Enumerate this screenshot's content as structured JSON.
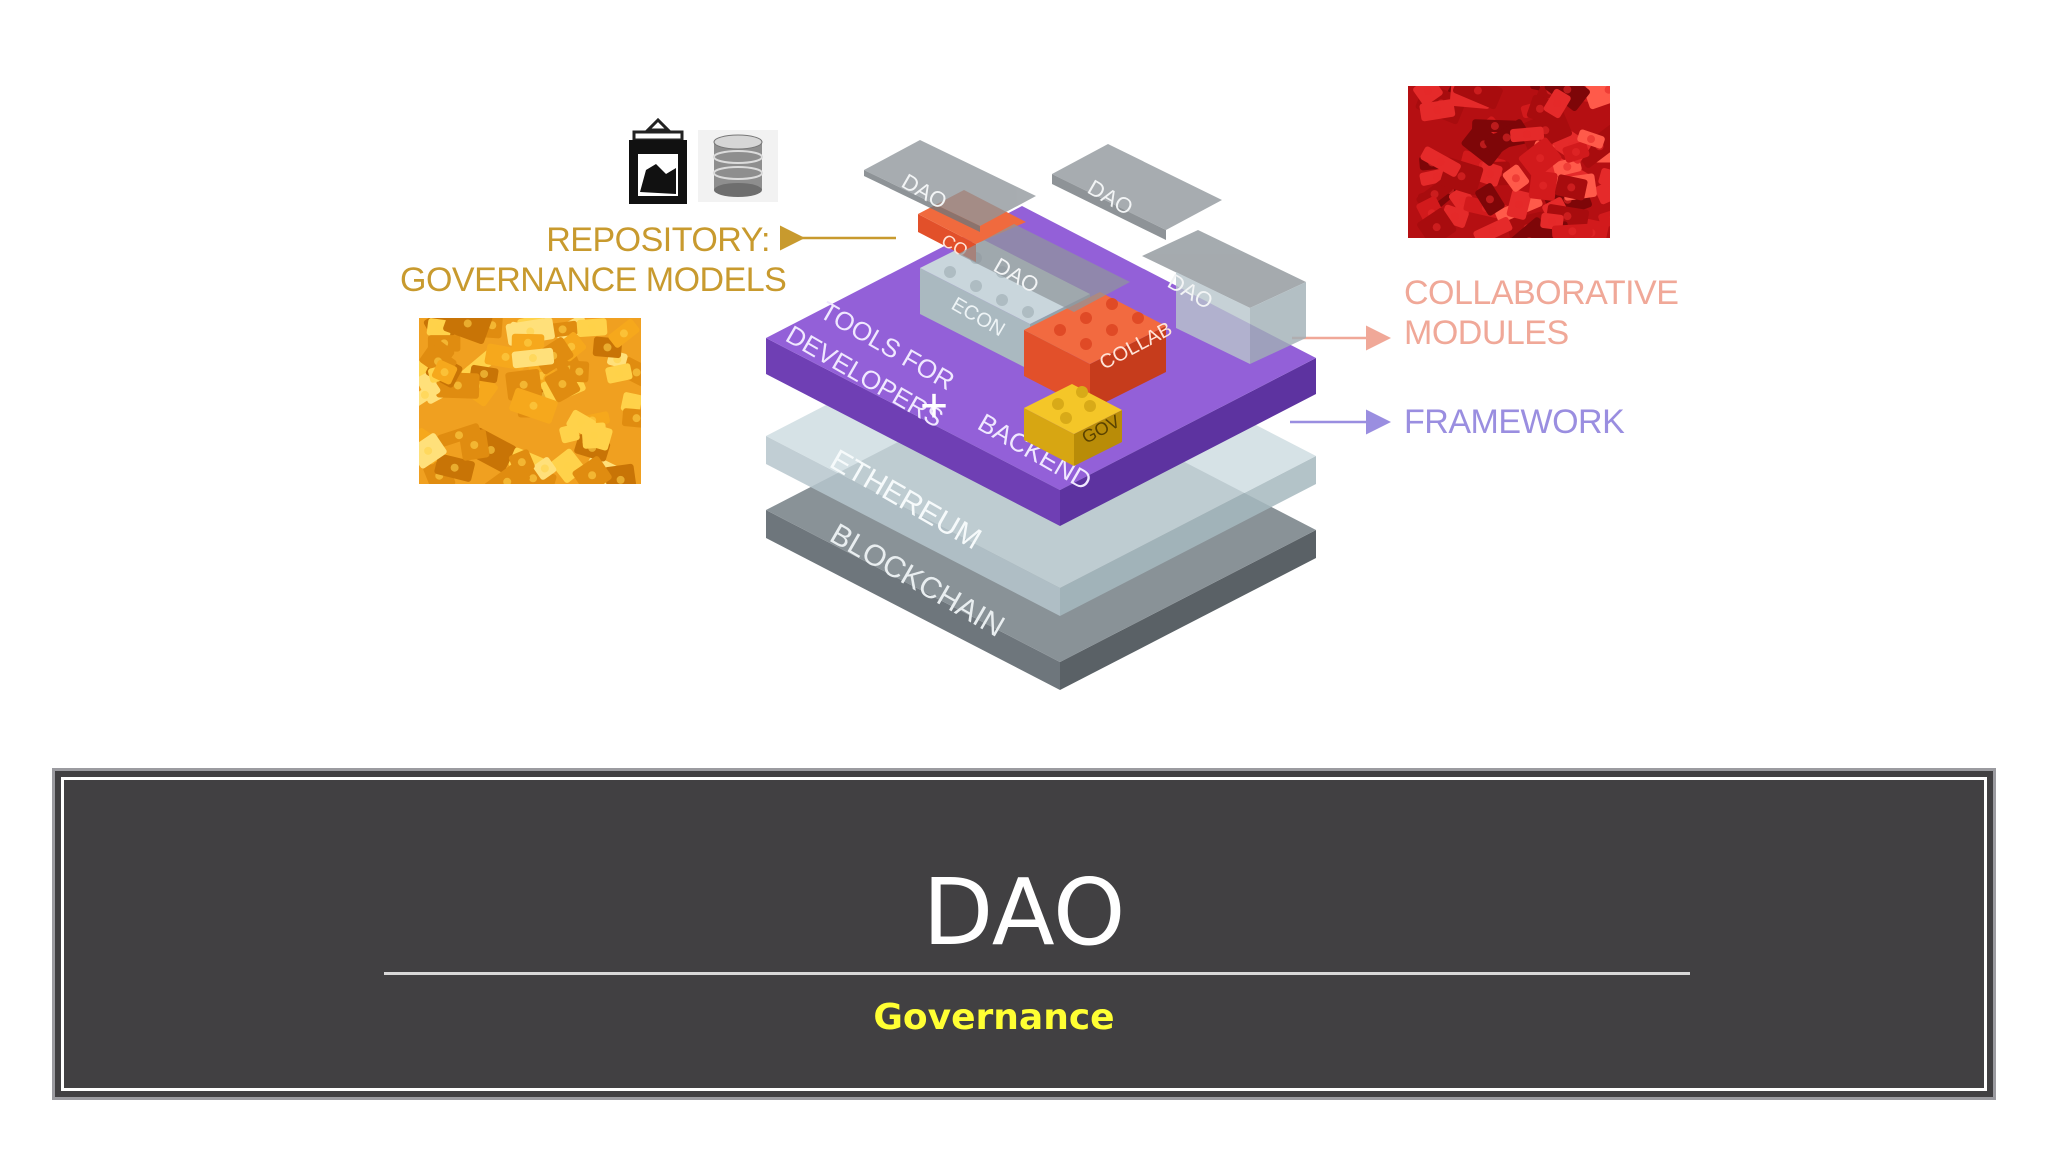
{
  "slide": {
    "title": "DAO",
    "subtitle": "Governance",
    "colors": {
      "title_bar": "#414042",
      "title_text": "#ffffff",
      "subtitle_text": "#ffff33",
      "repository_label": "#c89a2e",
      "collaborative_label": "#f0a898",
      "framework_label": "#9a8ee0"
    }
  },
  "diagram": {
    "labels": {
      "repository_line1": "REPOSITORY:",
      "repository_line2": "GOVERNANCE MODELS",
      "collaborative_line1": "COLLABORATIVE",
      "collaborative_line2": "MODULES",
      "framework": "FRAMEWORK"
    },
    "layers": {
      "blockchain": "BLOCKCHAIN",
      "ethereum": "ETHEREUM",
      "tools_line1": "TOOLS FOR",
      "tools_line2": "DEVELOPERS",
      "plus": "+",
      "backend": "BACKEND"
    },
    "blocks": {
      "econ": "ECON",
      "collab": "COLLAB",
      "gov": "GOV",
      "collab_partial": "CO",
      "dao_1": "DAO",
      "dao_2": "DAO",
      "dao_3": "DAO",
      "dao_4": "DAO"
    },
    "icons": [
      "ballot-box-icon",
      "database-icon",
      "yellow-bricks-image",
      "red-bricks-image"
    ]
  }
}
